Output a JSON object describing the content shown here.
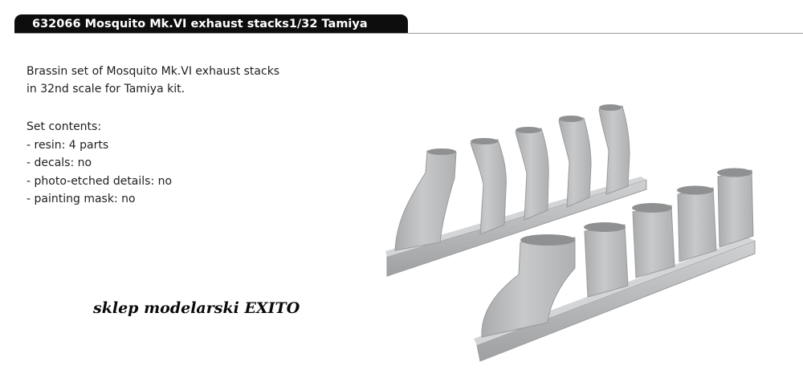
{
  "header": {
    "title": "632066 Mosquito Mk.VI exhaust stacks1/32  Tamiya"
  },
  "description": {
    "line1": "Brassin set of Mosquito Mk.VI exhaust stacks",
    "line2": "in 32nd scale for Tamiya kit."
  },
  "set_contents": {
    "heading": "Set contents:",
    "items": [
      "- resin: 4 parts",
      "- decals: no",
      "- photo-etched details: no",
      "- painting mask: no"
    ]
  },
  "watermark": {
    "text": "sklep modelarski EXITO"
  },
  "colors": {
    "header_bg": "#0d0d0d",
    "header_text": "#ffffff",
    "resin_grey": "#bcbec0"
  }
}
